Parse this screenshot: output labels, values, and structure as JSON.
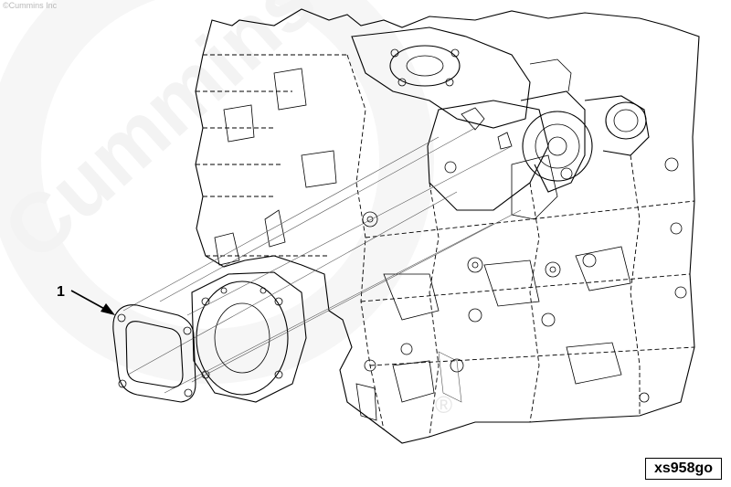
{
  "copyright": "©Cummins Inc",
  "watermark": "Cummins",
  "watermark_mark": "®",
  "callouts": [
    {
      "label": "1",
      "target": "turbocharger-gasket"
    }
  ],
  "figure_id": "xs958go"
}
